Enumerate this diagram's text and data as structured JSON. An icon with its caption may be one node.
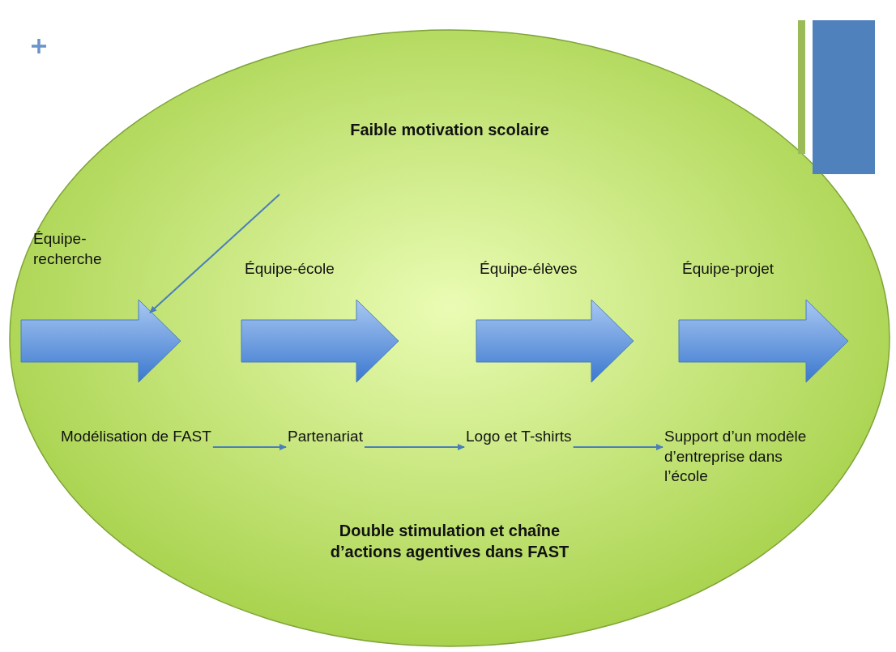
{
  "diagram": {
    "nodes": [
      {
        "text": [
          "Faible motivation scolaire",
          "Double stimulation et chaîne d’actions agentives dans FAST"
        ]
      },
      {
        "text": [],
        "shape": "arrow",
        "beside": [
          "Équipe-recherche"
        ],
        "in": 0
      },
      {
        "text": [],
        "shape": "arrow",
        "beside": [
          "Équipe-école"
        ],
        "in": 0
      },
      {
        "text": [],
        "shape": "arrow",
        "beside": [
          "Équipe-élèves"
        ],
        "in": 0
      },
      {
        "text": [],
        "shape": "arrow",
        "beside": [
          "Équipe-projet"
        ],
        "in": 0
      },
      {
        "text": [
          "Modélisation de FAST"
        ],
        "in": 0
      },
      {
        "text": [
          "Partenariat"
        ],
        "in": 0
      },
      {
        "text": [
          "Logo et T-shirts"
        ],
        "in": 0
      },
      {
        "text": [
          "Support d’un modèle d’entreprise dans l’école"
        ],
        "in": 0
      }
    ],
    "edges": [
      {
        "from": null,
        "to": 1,
        "arrow": "to"
      },
      {
        "from": 5,
        "to": 6,
        "arrow": "to"
      },
      {
        "from": 6,
        "to": 7,
        "arrow": "to"
      },
      {
        "from": 7,
        "to": 8,
        "arrow": "to"
      }
    ]
  }
}
